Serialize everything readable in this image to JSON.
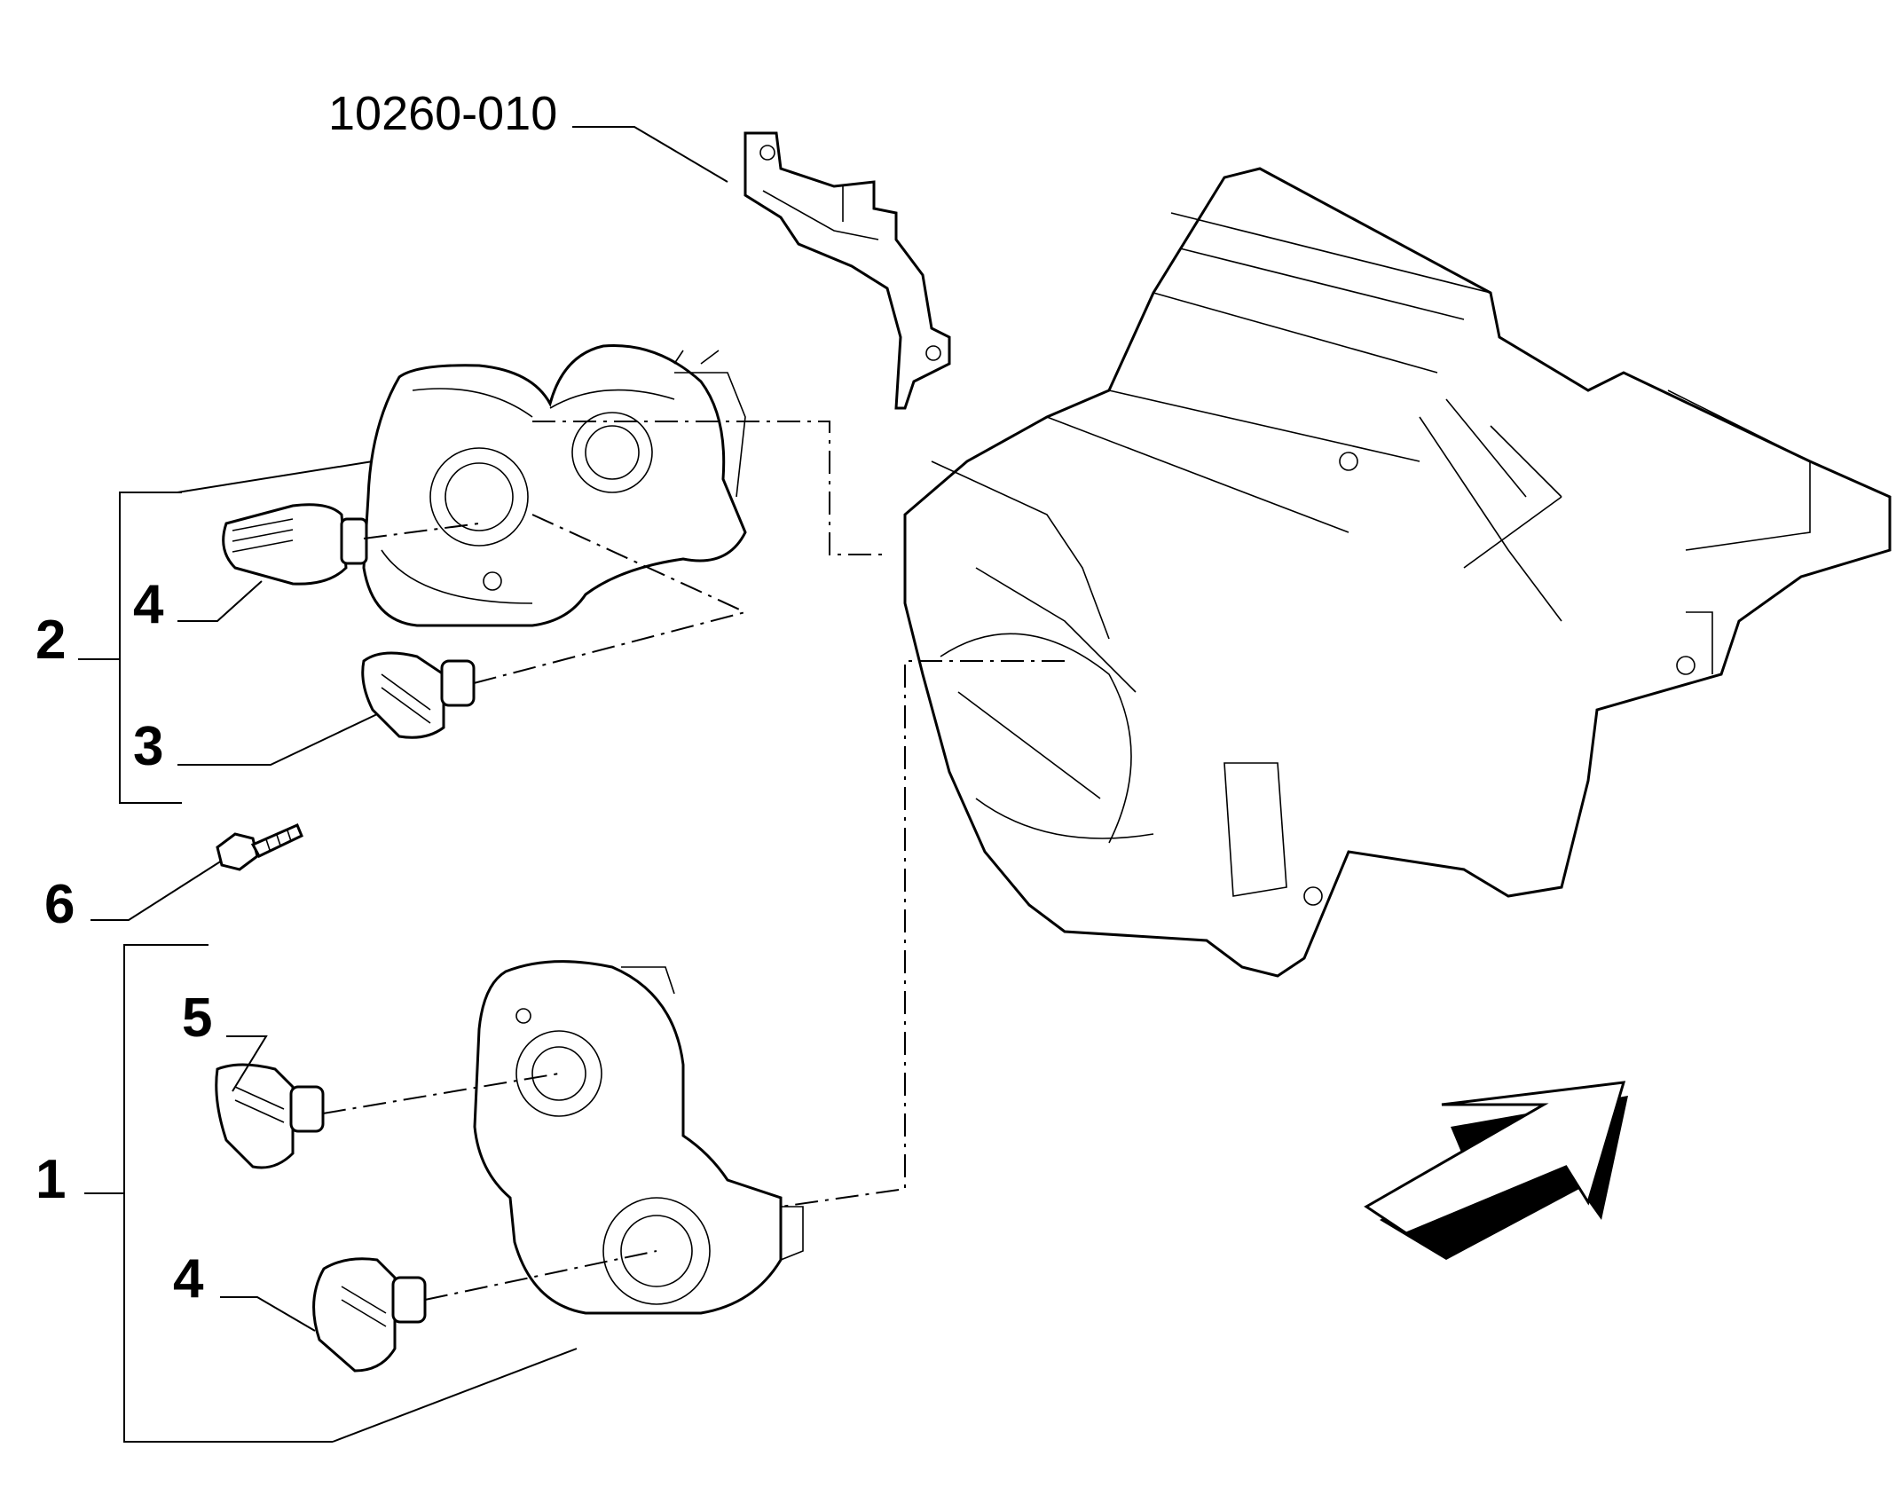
{
  "diagram": {
    "part_number_label": "10260-010",
    "callouts": {
      "c1": "1",
      "c2": "2",
      "c3": "3",
      "c4_upper": "4",
      "c4_lower": "4",
      "c5": "5",
      "c6": "6"
    },
    "colors": {
      "ink": "#000000",
      "background": "#ffffff"
    },
    "icons": [
      "direction-arrow-icon"
    ]
  }
}
